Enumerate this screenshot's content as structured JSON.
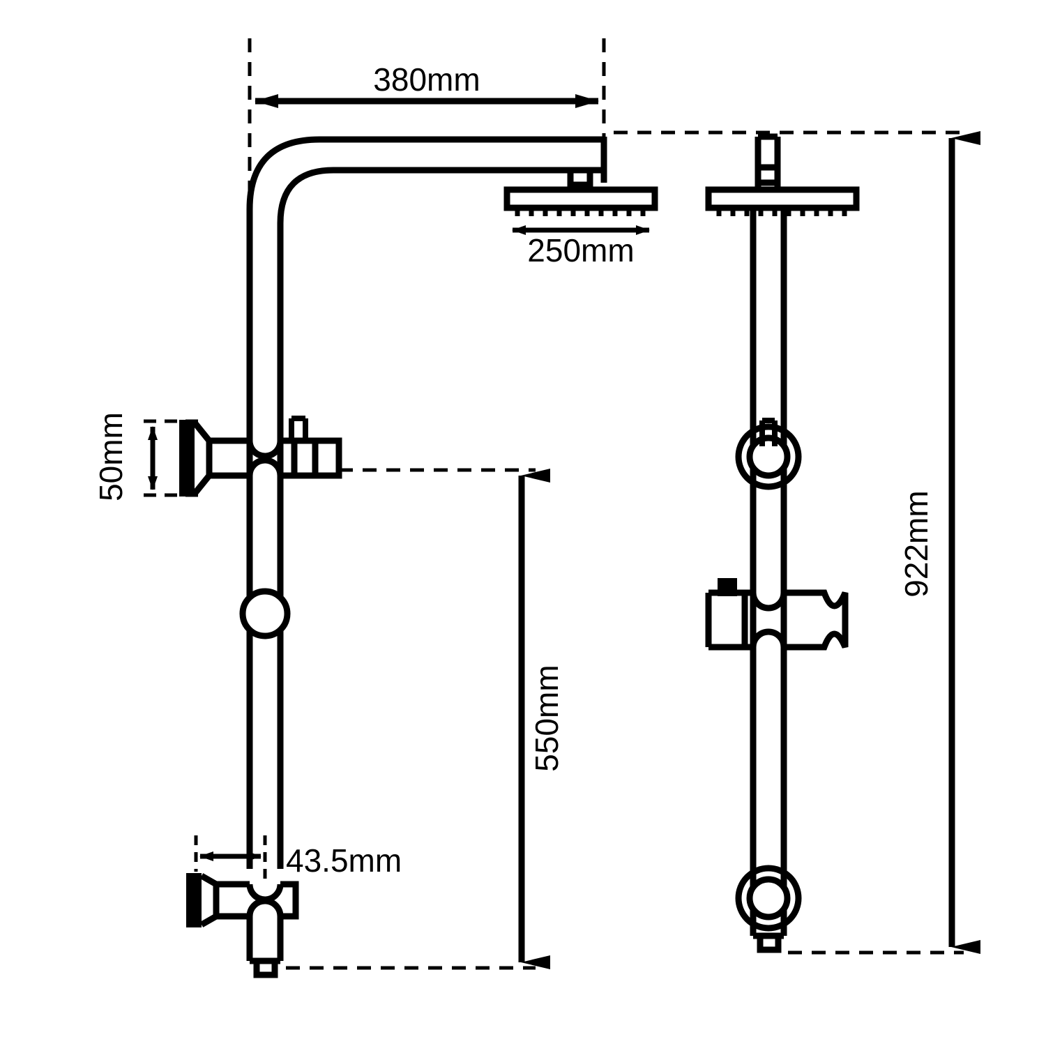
{
  "drawing": {
    "title": "Shower Rail Set Dimension Drawing",
    "line_color": "#000000",
    "background_color": "#ffffff",
    "views": [
      {
        "name": "side-elevation-view",
        "label": ""
      },
      {
        "name": "front-elevation-view",
        "label": ""
      }
    ]
  },
  "dimensions": {
    "arm_reach": {
      "name": "shower-arm-reach",
      "value": "380mm",
      "orientation": "horizontal",
      "arrow_style": "double"
    },
    "head_width": {
      "name": "shower-head-width",
      "value": "250mm",
      "orientation": "horizontal",
      "arrow_style": "double"
    },
    "flange_height": {
      "name": "diverter-flange-height",
      "value": "50mm",
      "orientation": "vertical-rotated",
      "arrow_style": "double"
    },
    "rail_length": {
      "name": "rail-slider-travel",
      "value": "550mm",
      "orientation": "vertical-rotated",
      "arrow_style": "double"
    },
    "total_height": {
      "name": "overall-height",
      "value": "922mm",
      "orientation": "vertical-rotated",
      "arrow_style": "double"
    },
    "inlet_offset": {
      "name": "inlet-offset-from-wall",
      "value": "43.5mm",
      "orientation": "horizontal",
      "arrow_style": "double"
    }
  },
  "components": {
    "shower_arm": "shower-arm",
    "rain_head": "rain-shower-head",
    "riser_rail": "riser-rail",
    "diverter_valve": "diverter-valve",
    "slider_bracket": "slider-bracket",
    "handset_holder": "handset-holder",
    "bottom_elbow": "bottom-inlet-elbow",
    "wall_flange": "wall-flange"
  }
}
